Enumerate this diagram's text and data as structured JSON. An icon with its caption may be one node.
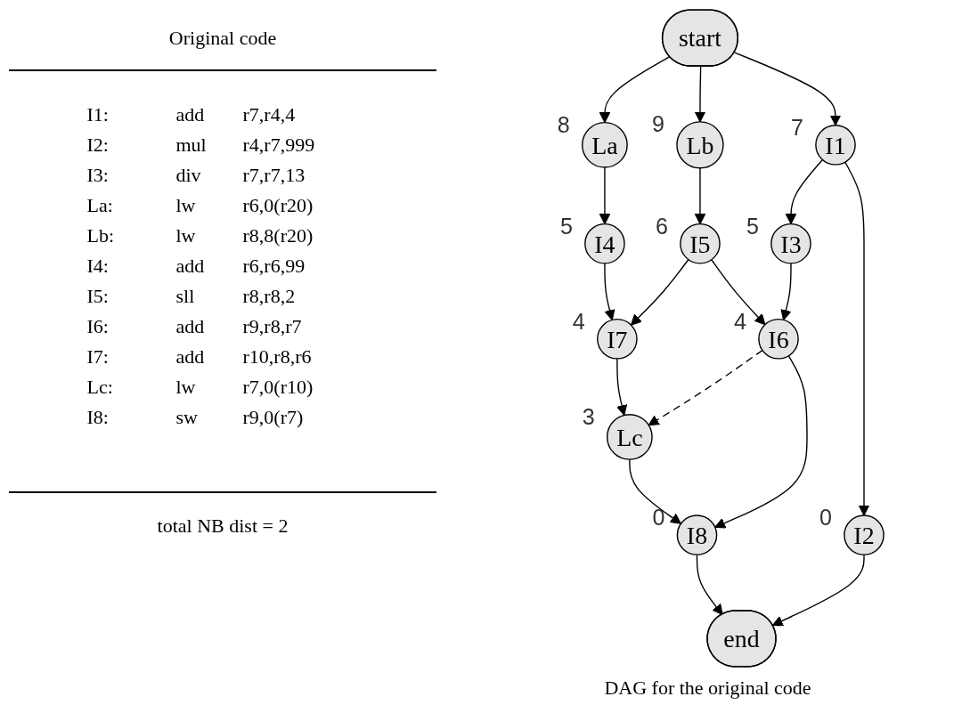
{
  "diagram": {
    "caption": "DAG for the original code",
    "nodes": [
      {
        "text": [
          "start"
        ]
      },
      {
        "text": [
          "La"
        ],
        "beside": [
          "8"
        ]
      },
      {
        "text": [
          "Lb"
        ],
        "beside": [
          "9"
        ]
      },
      {
        "text": [
          "I1"
        ],
        "beside": [
          "7"
        ]
      },
      {
        "text": [
          "I4"
        ],
        "beside": [
          "5"
        ]
      },
      {
        "text": [
          "I5"
        ],
        "beside": [
          "6"
        ]
      },
      {
        "text": [
          "I3"
        ],
        "beside": [
          "5"
        ]
      },
      {
        "text": [
          "I7"
        ],
        "beside": [
          "4"
        ]
      },
      {
        "text": [
          "I6"
        ],
        "beside": [
          "4"
        ]
      },
      {
        "text": [
          "I2"
        ],
        "beside": [
          "0"
        ]
      },
      {
        "text": [
          "Lc"
        ],
        "beside": [
          "3"
        ]
      },
      {
        "text": [
          "I8"
        ],
        "beside": [
          "0"
        ]
      },
      {
        "text": [
          "end"
        ]
      }
    ],
    "edges": [
      {
        "from": 0,
        "to": 1,
        "arrow": "to"
      },
      {
        "from": 0,
        "to": 2,
        "arrow": "to"
      },
      {
        "from": 0,
        "to": 3,
        "arrow": "to"
      },
      {
        "from": 1,
        "to": 4,
        "arrow": "to"
      },
      {
        "from": 2,
        "to": 5,
        "arrow": "to"
      },
      {
        "from": 3,
        "to": 6,
        "arrow": "to"
      },
      {
        "from": 3,
        "to": 9,
        "arrow": "to"
      },
      {
        "from": 4,
        "to": 7,
        "arrow": "to"
      },
      {
        "from": 5,
        "to": 7,
        "arrow": "to"
      },
      {
        "from": 5,
        "to": 8,
        "arrow": "to"
      },
      {
        "from": 6,
        "to": 8,
        "arrow": "to"
      },
      {
        "from": 8,
        "to": 10,
        "arrow": "to",
        "style": "dashed"
      },
      {
        "from": 7,
        "to": 10,
        "arrow": "to"
      },
      {
        "from": 8,
        "to": 11,
        "arrow": "to"
      },
      {
        "from": 10,
        "to": 11,
        "arrow": "to"
      },
      {
        "from": 11,
        "to": 12,
        "arrow": "to"
      },
      {
        "from": 9,
        "to": 12,
        "arrow": "to"
      }
    ],
    "labels": [
      "Original code",
      "I1:",
      "add",
      "r7,r4,4",
      "I2:",
      "mul",
      "r4,r7,999",
      "I3:",
      "div",
      "r7,r7,13",
      "La:",
      "lw",
      "r6,0(r20)",
      "Lb:",
      "lw",
      "r8,8(r20)",
      "I4:",
      "add",
      "r6,r6,99",
      "I5:",
      "sll",
      "r8,r8,2",
      "I6:",
      "add",
      "r9,r8,r7",
      "I7:",
      "add",
      "r10,r8,r6",
      "Lc:",
      "lw",
      "r7,0(r10)",
      "I8:",
      "sw",
      "r9,0(r7)",
      "total NB dist = 2"
    ]
  }
}
